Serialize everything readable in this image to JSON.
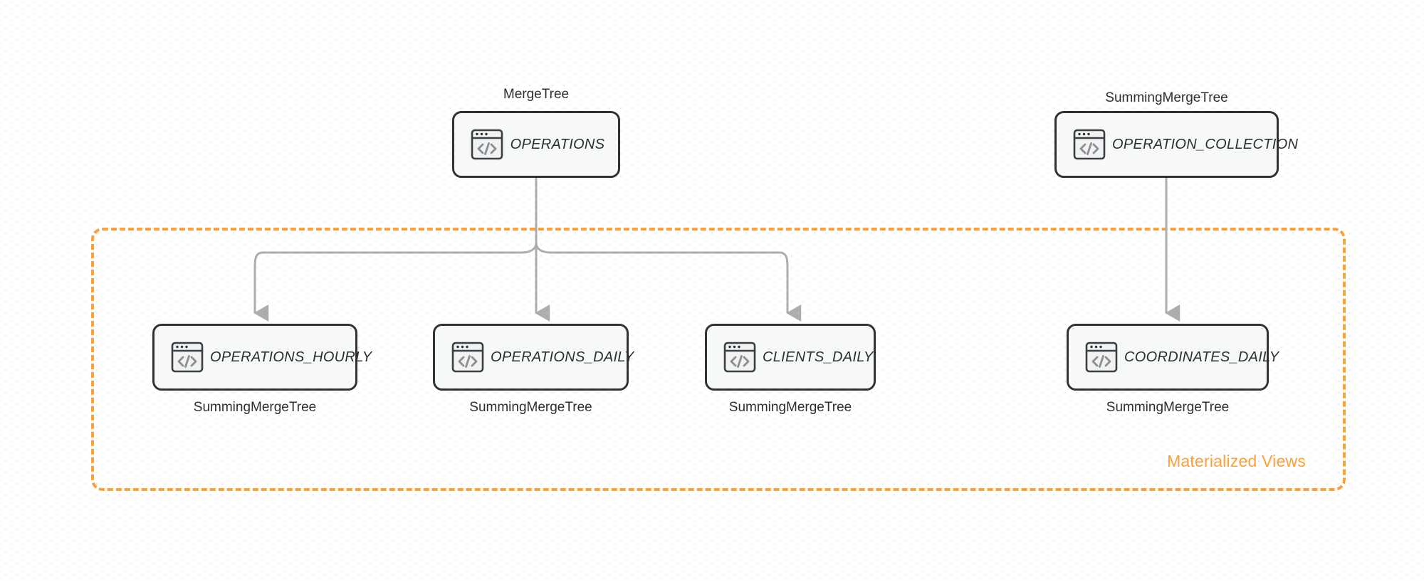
{
  "diagram": {
    "title": "ClickHouse table and materialized view lineage",
    "colors": {
      "background": "#ffffff",
      "grid_dot": "#e4e2e0",
      "node_border": "#2f3337",
      "node_fill": "#f7f8f8",
      "edge": "#adadad",
      "accent_orange": "#f9a13a"
    },
    "group": {
      "label": "Materialized Views",
      "border_style": "dashed",
      "border_color": "#f9a13a"
    },
    "source_nodes": [
      {
        "id": "operations",
        "label": "OPERATIONS",
        "engine": "MergeTree",
        "icon": "code-window-icon"
      },
      {
        "id": "operation_collection",
        "label": "OPERATION_COLLECTION",
        "engine": "SummingMergeTree",
        "icon": "code-window-icon"
      }
    ],
    "view_nodes": [
      {
        "id": "operations_hourly",
        "label": "OPERATIONS_HOURLY",
        "engine": "SummingMergeTree",
        "icon": "code-window-icon"
      },
      {
        "id": "operations_daily",
        "label": "OPERATIONS_DAILY",
        "engine": "SummingMergeTree",
        "icon": "code-window-icon"
      },
      {
        "id": "clients_daily",
        "label": "CLIENTS_DAILY",
        "engine": "SummingMergeTree",
        "icon": "code-window-icon"
      },
      {
        "id": "coordinates_daily",
        "label": "COORDINATES_DAILY",
        "engine": "SummingMergeTree",
        "icon": "code-window-icon"
      }
    ],
    "edges": [
      {
        "from": "operations",
        "to": "operations_hourly",
        "style": "elbow-arrow"
      },
      {
        "from": "operations",
        "to": "operations_daily",
        "style": "straight-arrow"
      },
      {
        "from": "operations",
        "to": "clients_daily",
        "style": "elbow-arrow"
      },
      {
        "from": "operation_collection",
        "to": "coordinates_daily",
        "style": "straight-arrow"
      }
    ]
  }
}
